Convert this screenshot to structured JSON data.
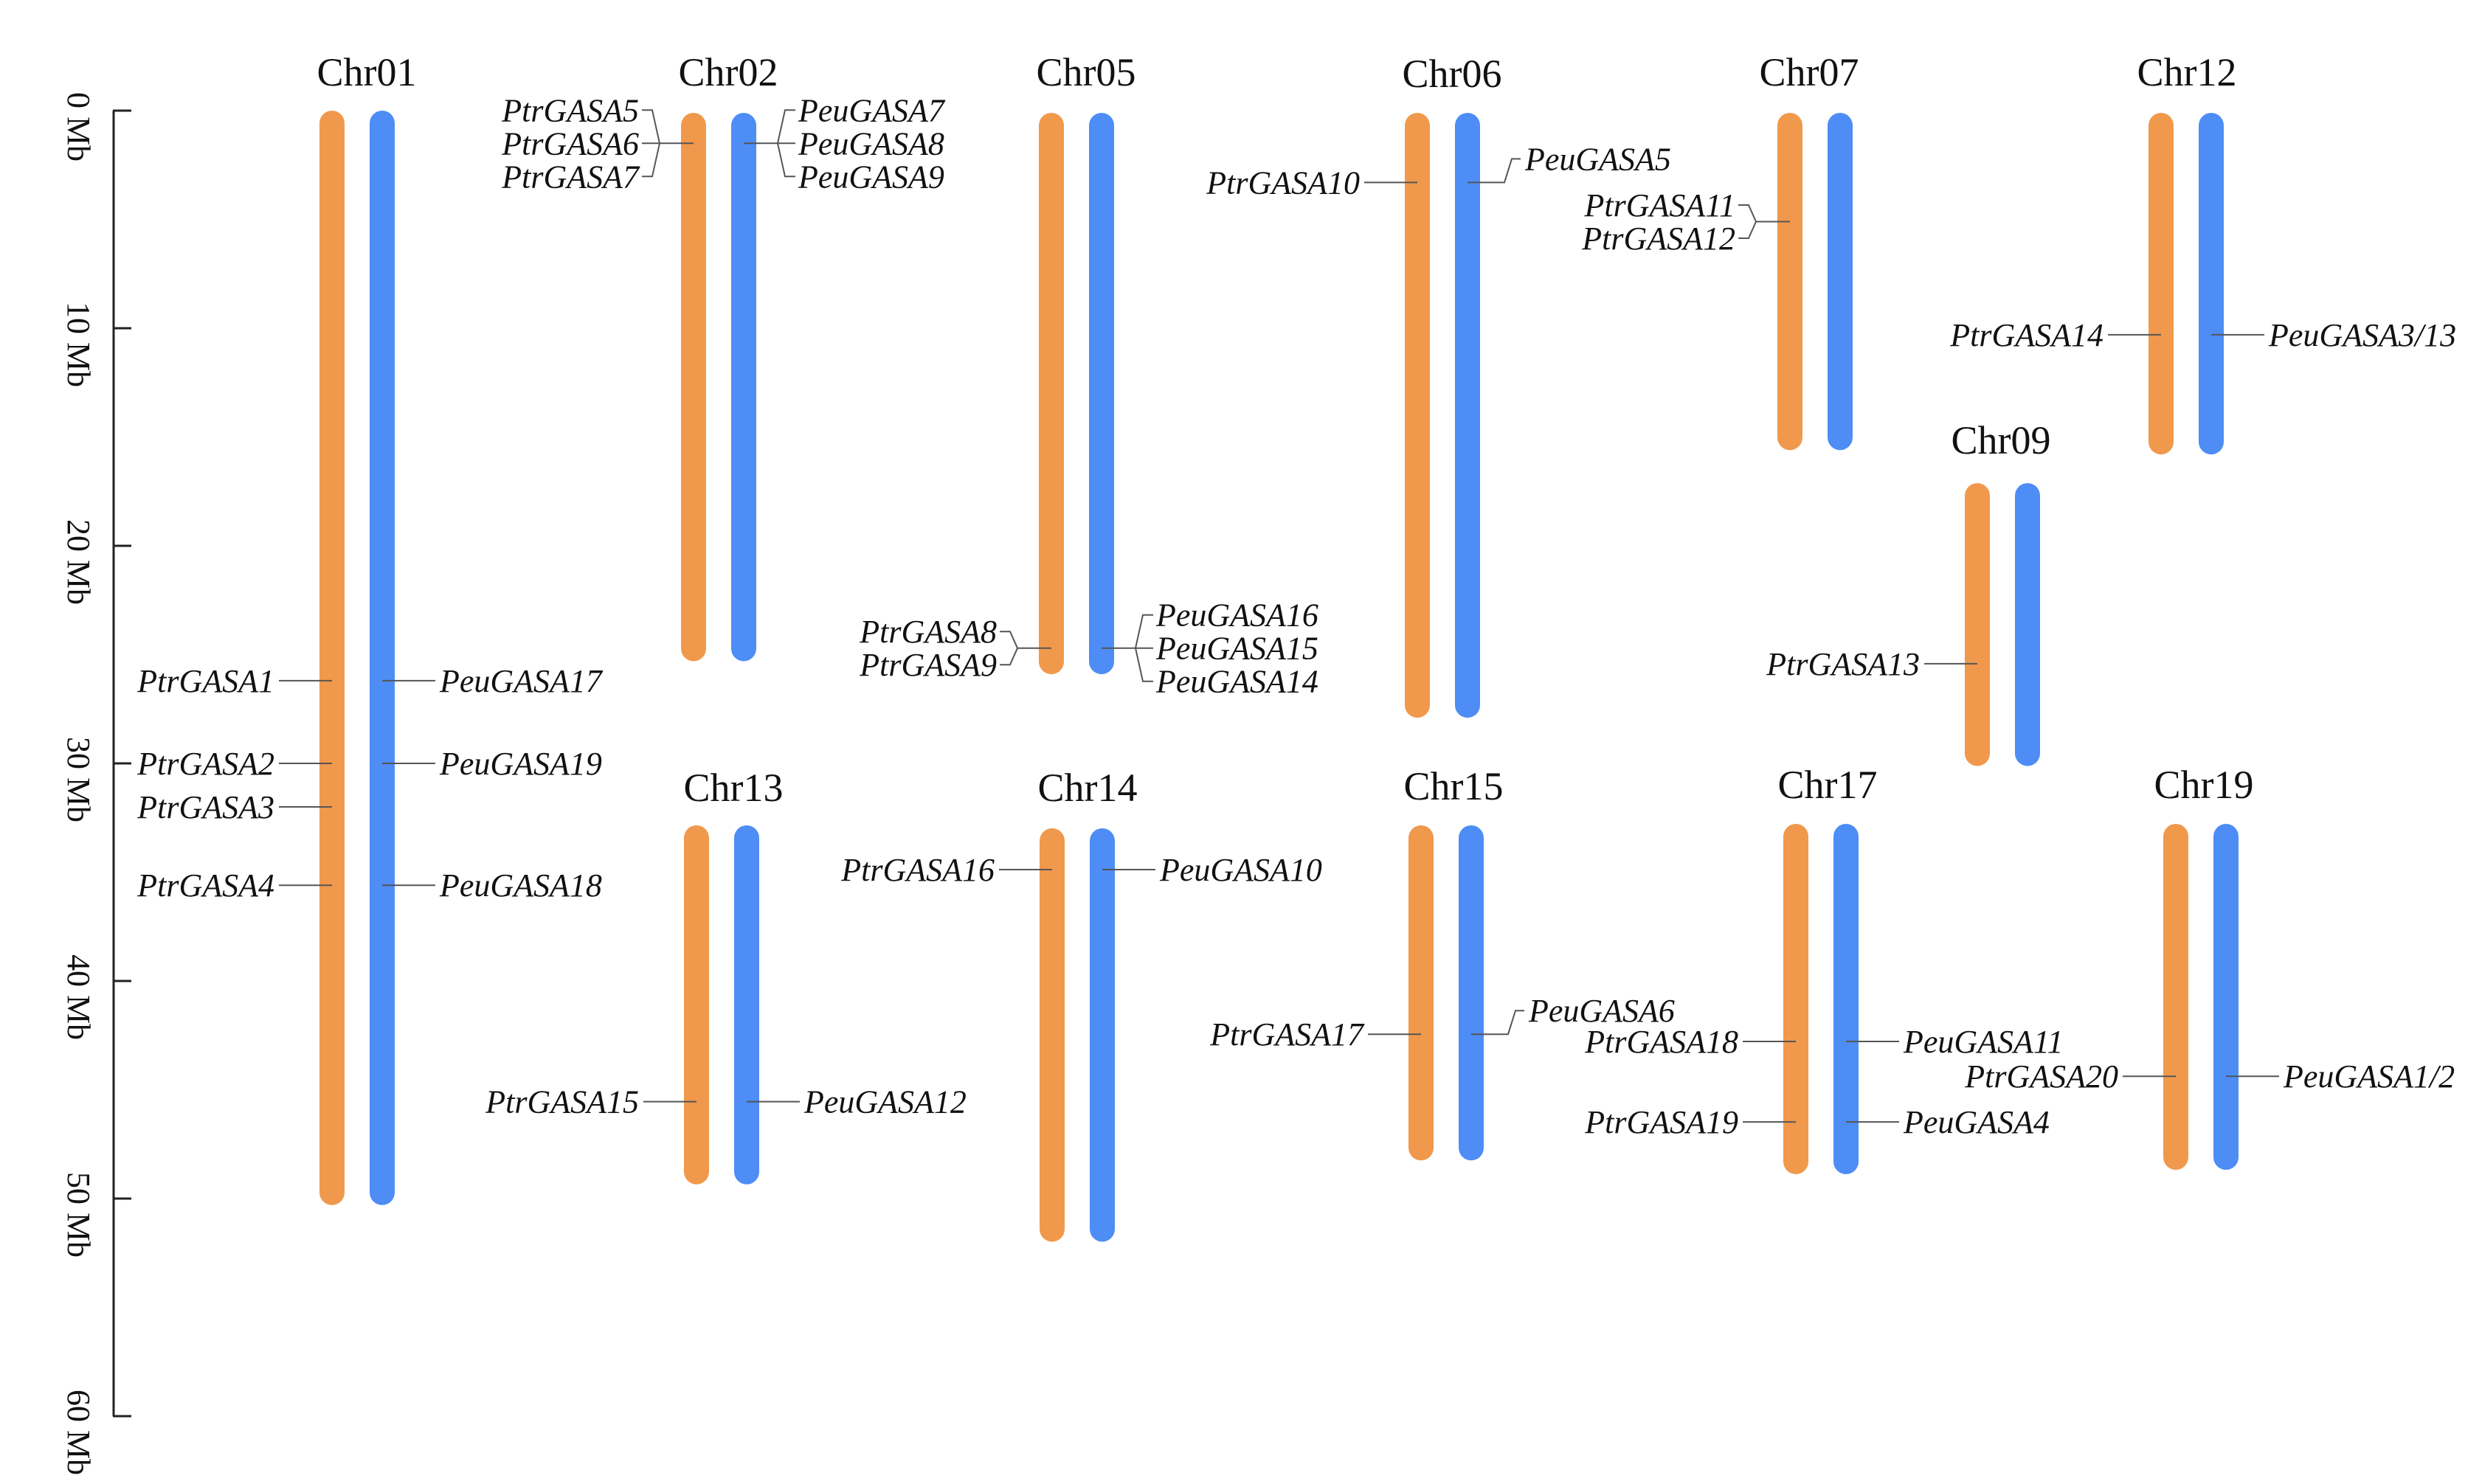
{
  "colors": {
    "orange": "#F0994C",
    "blue": "#4D8DF5",
    "axis": "#222222",
    "leader": "#555555",
    "text": "#111111"
  },
  "scale": {
    "ticks": [
      {
        "mb": 0,
        "label": "0 Mb"
      },
      {
        "mb": 10,
        "label": "10 Mb"
      },
      {
        "mb": 20,
        "label": "20 Mb"
      },
      {
        "mb": 30,
        "label": "30 Mb"
      },
      {
        "mb": 40,
        "label": "40 Mb"
      },
      {
        "mb": 50,
        "label": "50 Mb"
      },
      {
        "mb": 60,
        "label": "60 Mb"
      }
    ],
    "max_mb": 60
  },
  "chromosomes": [
    {
      "name": "Chr01",
      "length_mb": 50.3,
      "ptr_genes": [
        {
          "label": "PtrGASA1",
          "mb": 26.2
        },
        {
          "label": "PtrGASA2",
          "mb": 30.0
        },
        {
          "label": "PtrGASA3",
          "mb": 32.0
        },
        {
          "label": "PtrGASA4",
          "mb": 35.6
        }
      ],
      "peu_genes": [
        {
          "label": "PeuGASA17",
          "mb": 26.2
        },
        {
          "label": "PeuGASA19",
          "mb": 30.0
        },
        {
          "label": "PeuGASA18",
          "mb": 35.6
        }
      ]
    },
    {
      "name": "Chr02",
      "length_mb": 25.2,
      "ptr_genes": [
        {
          "label": "PtrGASA5",
          "mb": 1.4
        },
        {
          "label": "PtrGASA6",
          "mb": 1.4
        },
        {
          "label": "PtrGASA7",
          "mb": 1.4
        }
      ],
      "peu_genes": [
        {
          "label": "PeuGASA7",
          "mb": 1.4
        },
        {
          "label": "PeuGASA8",
          "mb": 1.4
        },
        {
          "label": "PeuGASA9",
          "mb": 1.4
        }
      ]
    },
    {
      "name": "Chr05",
      "length_mb": 25.8,
      "ptr_genes": [
        {
          "label": "PtrGASA8",
          "mb": 24.6
        },
        {
          "label": "PtrGASA9",
          "mb": 24.6
        }
      ],
      "peu_genes": [
        {
          "label": "PeuGASA16",
          "mb": 24.6
        },
        {
          "label": "PeuGASA15",
          "mb": 24.6
        },
        {
          "label": "PeuGASA14",
          "mb": 24.6
        }
      ]
    },
    {
      "name": "Chr06",
      "length_mb": 27.8,
      "ptr_genes": [
        {
          "label": "PtrGASA10",
          "mb": 3.2
        }
      ],
      "peu_genes": [
        {
          "label": "PeuGASA5",
          "mb": 3.2
        }
      ]
    },
    {
      "name": "Chr07",
      "length_mb": 15.5,
      "ptr_genes": [
        {
          "label": "PtrGASA11",
          "mb": 5.0
        },
        {
          "label": "PtrGASA12",
          "mb": 5.0
        }
      ],
      "peu_genes": []
    },
    {
      "name": "Chr09",
      "length_mb": 13.0,
      "ptr_genes": [
        {
          "label": "PtrGASA13",
          "mb": 8.3
        }
      ],
      "peu_genes": []
    },
    {
      "name": "Chr12",
      "length_mb": 15.7,
      "ptr_genes": [
        {
          "label": "PtrGASA14",
          "mb": 10.2
        }
      ],
      "peu_genes": [
        {
          "label": "PeuGASA3/13",
          "mb": 10.2
        }
      ]
    },
    {
      "name": "Chr13",
      "length_mb": 16.5,
      "ptr_genes": [
        {
          "label": "PtrGASA15",
          "mb": 12.7
        }
      ],
      "peu_genes": [
        {
          "label": "PeuGASA12",
          "mb": 12.7
        }
      ]
    },
    {
      "name": "Chr14",
      "length_mb": 19.0,
      "ptr_genes": [
        {
          "label": "PtrGASA16",
          "mb": 1.9
        }
      ],
      "peu_genes": [
        {
          "label": "PeuGASA10",
          "mb": 1.9
        }
      ]
    },
    {
      "name": "Chr15",
      "length_mb": 15.4,
      "ptr_genes": [
        {
          "label": "PtrGASA17",
          "mb": 9.6
        }
      ],
      "peu_genes": [
        {
          "label": "PeuGASA6",
          "mb": 9.6
        }
      ]
    },
    {
      "name": "Chr17",
      "length_mb": 16.1,
      "ptr_genes": [
        {
          "label": "PtrGASA18",
          "mb": 10.0
        },
        {
          "label": "PtrGASA19",
          "mb": 13.7
        }
      ],
      "peu_genes": [
        {
          "label": "PeuGASA11",
          "mb": 10.0
        },
        {
          "label": "PeuGASA4",
          "mb": 13.7
        }
      ]
    },
    {
      "name": "Chr19",
      "length_mb": 15.9,
      "ptr_genes": [
        {
          "label": "PtrGASA20",
          "mb": 11.6
        }
      ],
      "peu_genes": [
        {
          "label": "PeuGASA1/2",
          "mb": 11.6
        }
      ]
    }
  ]
}
